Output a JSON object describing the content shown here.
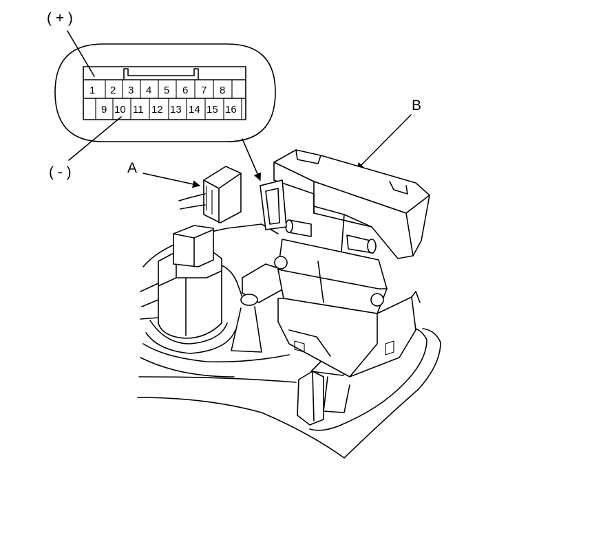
{
  "labels": {
    "positive": "( + )",
    "negative": "( - )",
    "connector": "A",
    "unit": "B"
  },
  "connector_pins": {
    "top_row": [
      "1",
      "2",
      "3",
      "4",
      "5",
      "6",
      "7",
      "8"
    ],
    "bottom_row": [
      "9",
      "10",
      "11",
      "12",
      "13",
      "14",
      "15",
      "16"
    ]
  }
}
